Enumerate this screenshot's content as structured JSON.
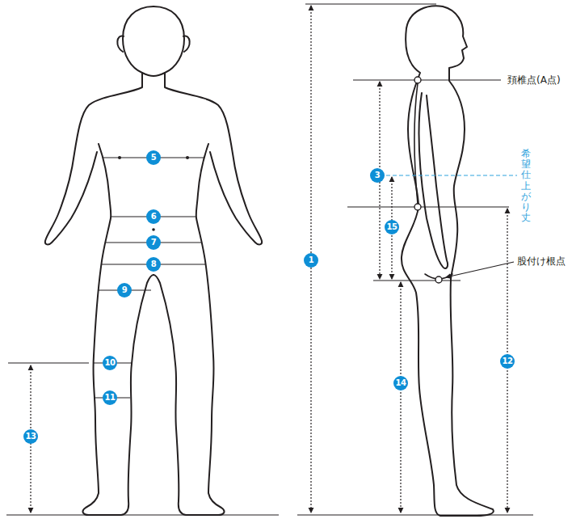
{
  "diagram": {
    "labels": [
      "5",
      "6",
      "7",
      "8",
      "9",
      "10",
      "11",
      "13",
      "1",
      "3",
      "15",
      "14",
      "12",
      "頚椎点(A点)",
      "希望仕上がり丈",
      "股付け根点"
    ]
  }
}
